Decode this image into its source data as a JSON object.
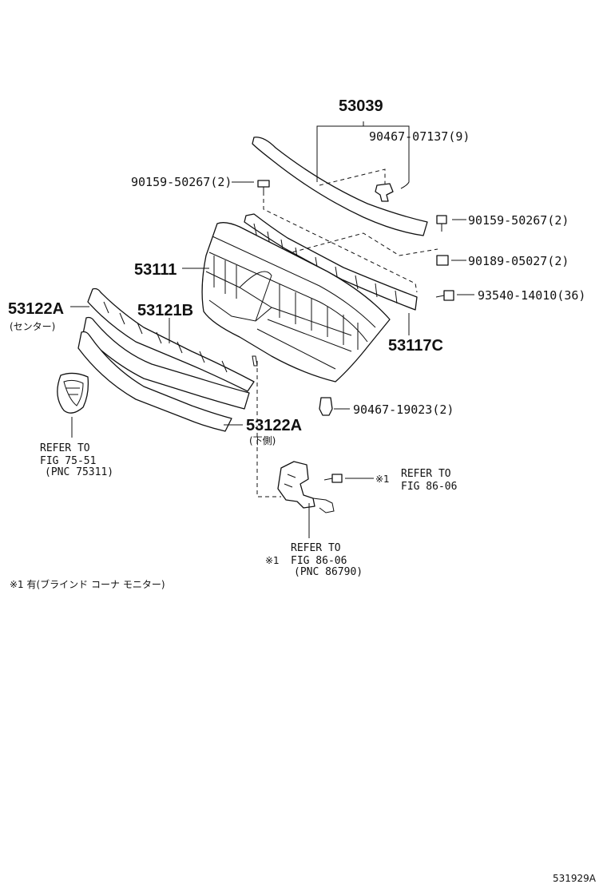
{
  "parts": {
    "p53039": "53039",
    "p90467_07137": "90467-07137(9)",
    "p90159_a": "90159-50267(2)",
    "p90159_b": "90159-50267(2)",
    "p90189": "90189-05027(2)",
    "p93540": "93540-14010(36)",
    "p53111": "53111",
    "p53122A_top": "53122A",
    "center_note": "(センター)",
    "p53121B": "53121B",
    "p53117C": "53117C",
    "p90467_19023": "90467-19023(2)",
    "p53122A_bottom": "53122A",
    "lower_note": "(下側)"
  },
  "refs": {
    "emblem": {
      "line1": "REFER TO",
      "line2": "FIG 75-51",
      "line3": "(PNC 75311)"
    },
    "sensor_right": {
      "mark": "※1",
      "line1": "REFER TO",
      "line2": "FIG 86-06"
    },
    "sensor_below": {
      "mark": "※1",
      "line1": "REFER TO",
      "line2": "FIG 86-06",
      "line3": "(PNC 86790)"
    }
  },
  "footnote": "※1 有(ブラインド コーナ モニター)",
  "figure_code": "531929A"
}
